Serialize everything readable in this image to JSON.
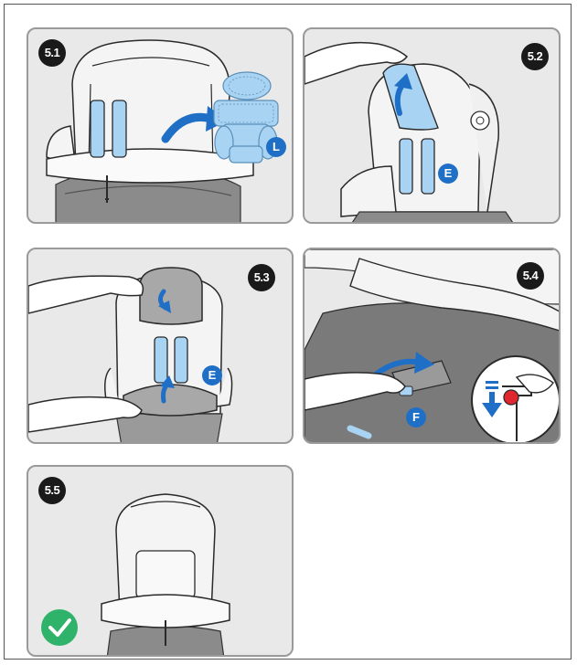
{
  "steps": [
    {
      "number": "5.1",
      "part_label": "L"
    },
    {
      "number": "5.2",
      "part_label": "E"
    },
    {
      "number": "5.3",
      "part_label": "E"
    },
    {
      "number": "5.4",
      "part_label": "F"
    },
    {
      "number": "5.5"
    }
  ],
  "colors": {
    "panel_bg": "#e9e9e9",
    "panel_border": "#9a9a9a",
    "accent_blue": "#1f6fc6",
    "pad_blue": "#a9d3f3",
    "check_green": "#2fb36a",
    "release_red": "#e0262e"
  }
}
